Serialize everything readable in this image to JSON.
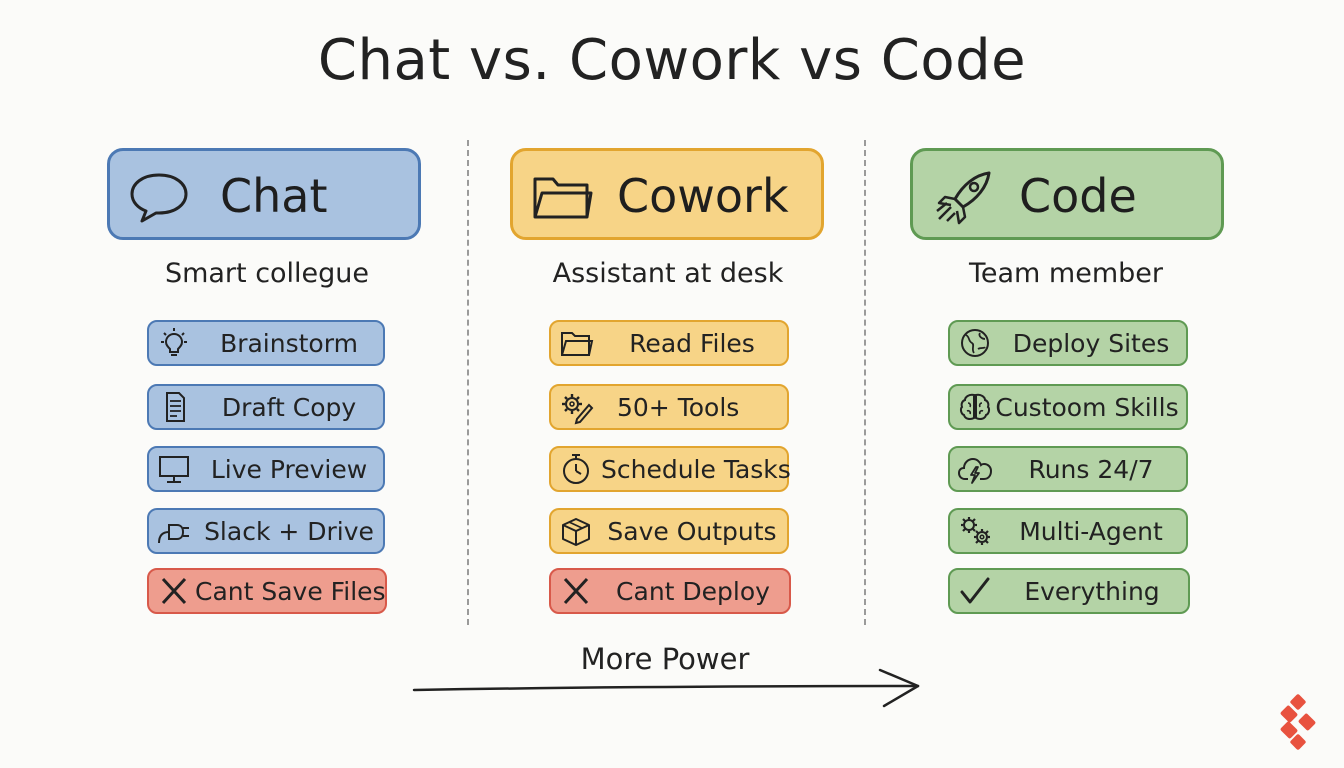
{
  "title": "Chat vs. Cowork vs Code",
  "footer": {
    "power_label": "More Power"
  },
  "columns": [
    {
      "header": "Chat",
      "header_icon": "speech-bubble-icon",
      "subtitle": "Smart collegue",
      "accent": "#4c79b4",
      "items": [
        {
          "label": "Brainstorm",
          "icon": "lightbulb-icon"
        },
        {
          "label": "Draft Copy",
          "icon": "document-icon"
        },
        {
          "label": "Live Preview",
          "icon": "monitor-icon"
        },
        {
          "label": "Slack + Drive",
          "icon": "plug-icon"
        },
        {
          "label": "Cant Save Files",
          "icon": "cross-icon"
        }
      ]
    },
    {
      "header": "Cowork",
      "header_icon": "folder-icon",
      "subtitle": "Assistant at desk",
      "accent": "#e2a52f",
      "items": [
        {
          "label": "Read Files",
          "icon": "folder-icon"
        },
        {
          "label": "50+ Tools",
          "icon": "gear-pencil-icon"
        },
        {
          "label": "Schedule Tasks",
          "icon": "stopwatch-icon"
        },
        {
          "label": "Save Outputs",
          "icon": "box-icon"
        },
        {
          "label": "Cant Deploy",
          "icon": "cross-icon"
        }
      ]
    },
    {
      "header": "Code",
      "header_icon": "rocket-icon",
      "subtitle": "Team member",
      "accent": "#5f9a53",
      "items": [
        {
          "label": "Deploy Sites",
          "icon": "globe-icon"
        },
        {
          "label": "Custoom Skills",
          "icon": "brain-icon"
        },
        {
          "label": "Runs 24/7",
          "icon": "cloud-lightning-icon"
        },
        {
          "label": "Multi-Agent",
          "icon": "gears-icon"
        },
        {
          "label": "Everything",
          "icon": "check-icon"
        }
      ]
    }
  ]
}
